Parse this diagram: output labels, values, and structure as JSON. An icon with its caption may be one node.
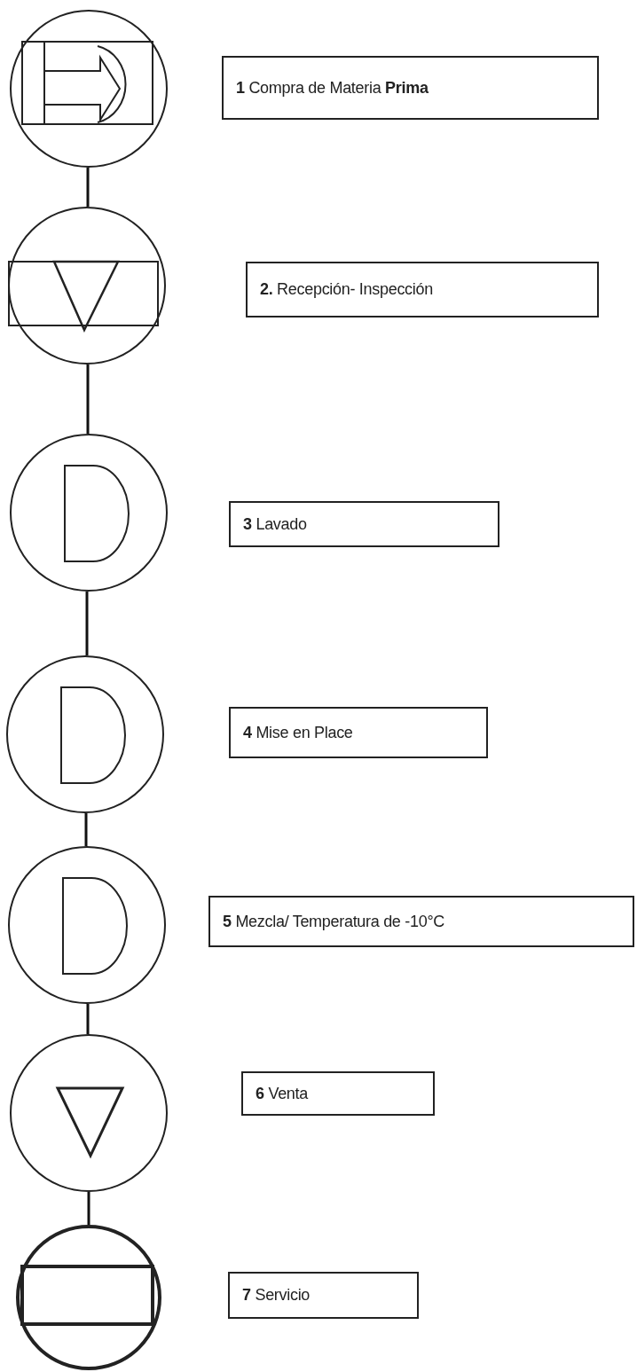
{
  "diagram": {
    "nodes": [
      {
        "text": [],
        "shape": "circle"
      },
      {
        "text": [
          "**1** Compra de Materia **Prima**"
        ]
      },
      {
        "text": [],
        "shape": "circle"
      },
      {
        "text": [
          "**2.** Recepción- Inspección"
        ]
      },
      {
        "text": [],
        "shape": "circle"
      },
      {
        "text": [
          "**3** Lavado"
        ]
      },
      {
        "text": [],
        "shape": "circle"
      },
      {
        "text": [
          "**4** Mise en Place"
        ]
      },
      {
        "text": [],
        "shape": "circle"
      },
      {
        "text": [
          "**5** Mezcla/ Temperatura de -10°C"
        ]
      },
      {
        "text": [],
        "shape": "circle"
      },
      {
        "text": [
          "**6** Venta"
        ]
      },
      {
        "text": [],
        "shape": "circle"
      },
      {
        "text": [
          "**7** Servicio"
        ]
      }
    ],
    "edges": [
      {
        "from": 0,
        "to": 2,
        "arrow": "none"
      },
      {
        "from": 2,
        "to": 4,
        "arrow": "none"
      },
      {
        "from": 4,
        "to": 6,
        "arrow": "none"
      },
      {
        "from": 6,
        "to": 8,
        "arrow": "none"
      },
      {
        "from": 8,
        "to": 10,
        "arrow": "none"
      },
      {
        "from": 10,
        "to": 12,
        "arrow": "none"
      }
    ]
  }
}
